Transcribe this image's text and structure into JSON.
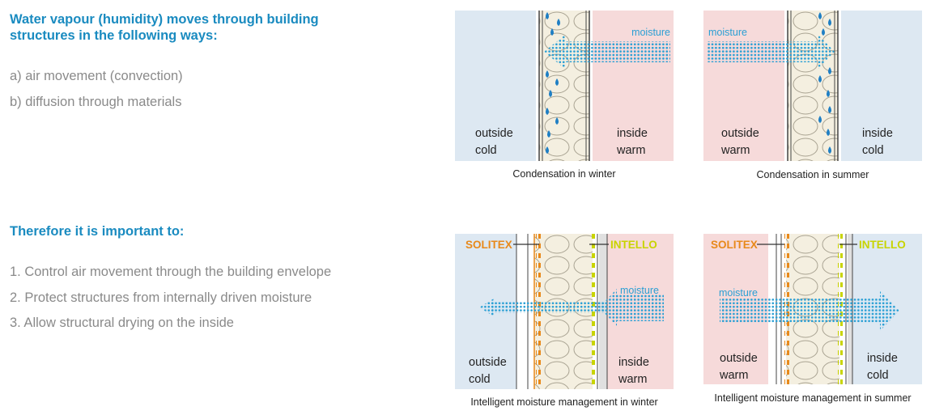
{
  "left": {
    "heading1_line1": "Water vapour (humidity) moves through building",
    "heading1_line2": "structures in the following ways:",
    "ways": [
      "a) air movement (convection)",
      "b) diffusion through materials"
    ],
    "heading2": "Therefore it is important to:",
    "steps": [
      "1. Control air movement through the building envelope",
      "2. Protect structures from internally driven moisture",
      "3. Allow structural drying on the inside"
    ]
  },
  "diagrams": {
    "winter_condensation": {
      "moisture": "moisture",
      "left_label_1": "outside",
      "left_label_2": "cold",
      "right_label_1": "inside",
      "right_label_2": "warm",
      "caption": "Condensation in winter"
    },
    "summer_condensation": {
      "moisture": "moisture",
      "left_label_1": "outside",
      "left_label_2": "warm",
      "right_label_1": "inside",
      "right_label_2": "cold",
      "caption": "Condensation in summer"
    },
    "winter_intelligent": {
      "brand_left": "SOLITEX",
      "brand_right": "INTELLO",
      "moisture": "moisture",
      "left_label_1": "outside",
      "left_label_2": "cold",
      "right_label_1": "inside",
      "right_label_2": "warm",
      "caption": "Intelligent moisture management in winter"
    },
    "summer_intelligent": {
      "brand_left": "SOLITEX",
      "brand_right": "INTELLO",
      "moisture": "moisture",
      "left_label_1": "outside",
      "left_label_2": "warm",
      "right_label_1": "inside",
      "right_label_2": "cold",
      "caption": "Intelligent moisture management in summer"
    }
  },
  "colors": {
    "heading": "#1a8bc0",
    "body_text": "#8a8a8a",
    "cold_fill": "#dde8f2",
    "warm_fill": "#f6dada",
    "insulation": "#f4efe0",
    "moisture": "#2a9fd4",
    "drop": "#1f7fc4",
    "solitex": "#e8891a",
    "intello": "#c8d400"
  }
}
